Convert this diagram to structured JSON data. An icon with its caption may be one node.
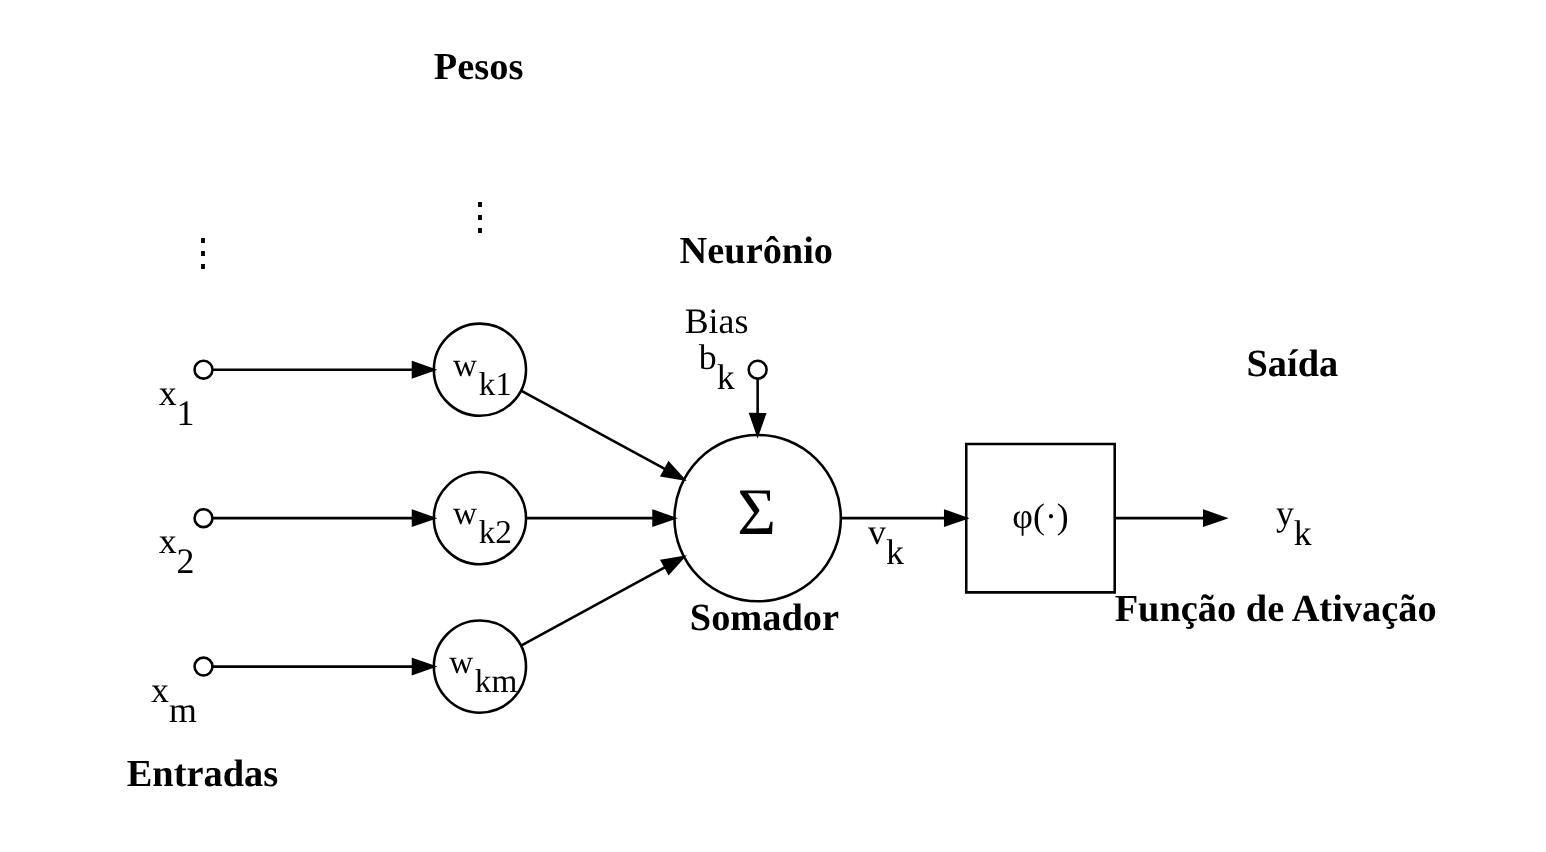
{
  "diagram": {
    "nodes": [
      {
        "text": [],
        "shape": "circle",
        "beside": [
          "x$_{1}$"
        ]
      },
      {
        "text": [
          "w$_{k1}$"
        ]
      },
      {
        "text": [],
        "shape": "circle",
        "beside": [
          "x$_{2}$"
        ]
      },
      {
        "text": [
          "w$_{k2}$"
        ]
      },
      {
        "text": [],
        "shape": "circle",
        "beside": [
          "x$_{m}$"
        ]
      },
      {
        "text": [
          "w$_{km}$"
        ]
      },
      {
        "text": [],
        "shape": "circle",
        "beside": [
          "Bias",
          "b$_{k}$"
        ]
      },
      {
        "text": [
          "Σ"
        ],
        "beside": [
          "Somador"
        ]
      },
      {
        "text": [
          "φ(·)"
        ],
        "beside": [
          "Função de Ativação"
        ]
      },
      {
        "text": [
          "y$_{k}$"
        ]
      }
    ],
    "edges": [
      {
        "from": 0,
        "to": 1,
        "arrow": "to"
      },
      {
        "from": 1,
        "to": 7,
        "arrow": "to"
      },
      {
        "from": 2,
        "to": 3,
        "arrow": "to"
      },
      {
        "from": 3,
        "to": 7,
        "arrow": "to"
      },
      {
        "from": 4,
        "to": 5,
        "arrow": "to"
      },
      {
        "from": 5,
        "to": 7,
        "arrow": "to"
      },
      {
        "from": 6,
        "to": 7,
        "arrow": "to"
      },
      {
        "from": 7,
        "to": 8,
        "arrow": "to",
        "label": "v$_{k}$"
      },
      {
        "from": 8,
        "to": 9,
        "arrow": "to"
      }
    ],
    "labels": [
      "Entradas",
      "⋮",
      "⋮",
      "Pesos",
      "Neurônio",
      "Saída"
    ]
  }
}
